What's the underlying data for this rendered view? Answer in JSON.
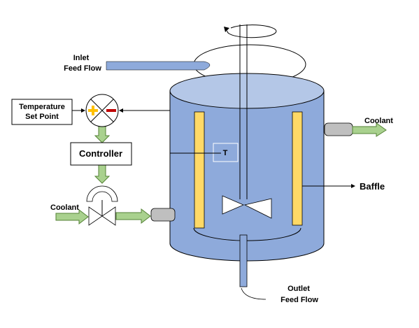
{
  "labels": {
    "inlet_line1": "Inlet",
    "inlet_line2": "Feed Flow",
    "setpoint_line1": "Temperature",
    "setpoint_line2": "Set Point",
    "controller": "Controller",
    "coolant_left": "Coolant",
    "coolant_right": "Coolant",
    "baffle": "Baffle",
    "outlet_line1": "Outlet",
    "outlet_line2": "Feed Flow",
    "temperature_sensor": "T"
  },
  "colors": {
    "vessel_body": "#8eaadb",
    "vessel_top": "#b4c7e7",
    "baffle": "#ffd966",
    "flow_arrow": "#a9d18e",
    "flow_arrow_stroke": "#548235",
    "summing_plus": "#ffc000",
    "summing_minus": "#c00000",
    "pipe_gray": "#bfbfbf"
  },
  "icons": {
    "summing_junction": "summing-junction-icon",
    "control_valve": "control-valve-icon",
    "impeller": "impeller-icon",
    "rotation": "rotation-arrow-icon"
  }
}
